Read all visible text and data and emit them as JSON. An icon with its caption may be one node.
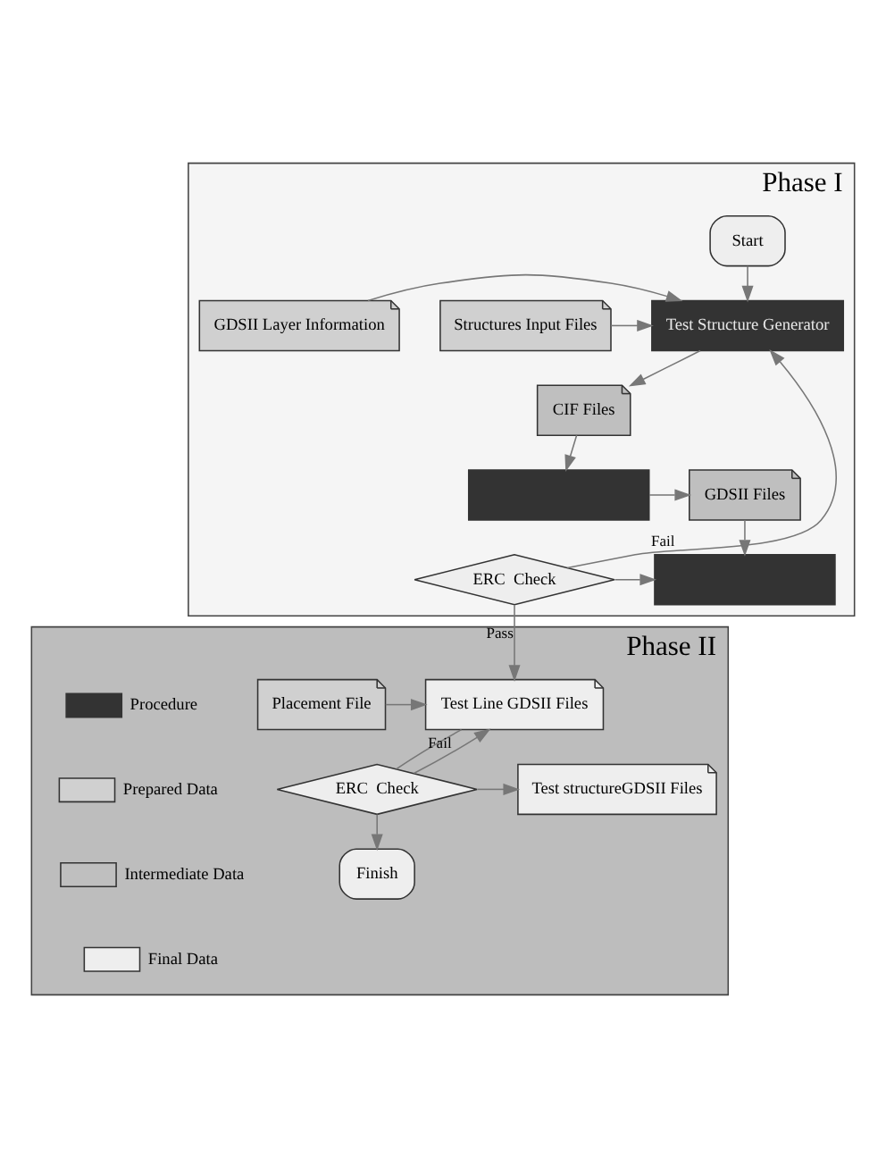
{
  "diagram": {
    "nodes": [
      {
        "text": [
          "Phase I"
        ]
      },
      {
        "text": [
          "Start"
        ],
        "in": 0
      },
      {
        "text": [
          "Test Structure Generator"
        ],
        "in": 0
      },
      {
        "text": [
          "Structures Input Files"
        ],
        "in": 0
      },
      {
        "text": [
          "GDSII Layer Information"
        ],
        "in": 0
      },
      {
        "text": [
          "CIF Files"
        ],
        "in": 0
      },
      {
        "text": [],
        "shape": "box",
        "in": 0
      },
      {
        "text": [
          "GDSII Files"
        ],
        "in": 0
      },
      {
        "text": [
          "ERC  Check"
        ],
        "in": 0
      },
      {
        "text": [],
        "shape": "box",
        "in": 0
      },
      {
        "text": [
          "Phase II"
        ]
      },
      {
        "text": [
          "Test Line GDSII Files"
        ],
        "in": 10
      },
      {
        "text": [
          "Placement File"
        ],
        "in": 10
      },
      {
        "text": [
          "ERC  Check"
        ],
        "in": 10
      },
      {
        "text": [
          "Test structureGDSII Files"
        ],
        "in": 10
      },
      {
        "text": [
          "Finish"
        ],
        "in": 10
      }
    ],
    "edges": [
      {
        "from": 1,
        "to": 2,
        "arrow": "to"
      },
      {
        "from": 3,
        "to": 2,
        "arrow": "to"
      },
      {
        "from": 4,
        "to": 2,
        "arrow": "to"
      },
      {
        "from": 8,
        "to": 2,
        "arrow": "to",
        "label": "Fail"
      },
      {
        "from": 2,
        "to": 5,
        "arrow": "to"
      },
      {
        "from": 5,
        "to": 6,
        "arrow": "to"
      },
      {
        "from": 6,
        "to": 7,
        "arrow": "to"
      },
      {
        "from": 7,
        "to": 9,
        "arrow": "to"
      },
      {
        "from": 8,
        "to": 9,
        "arrow": "to"
      },
      {
        "from": 8,
        "to": 11,
        "arrow": "to",
        "label": "Pass"
      },
      {
        "from": 13,
        "to": 11,
        "arrow": "to",
        "label": "Fail"
      },
      {
        "from": 12,
        "to": 11,
        "arrow": "to"
      },
      {
        "from": 11,
        "to": 13,
        "arrow": "none"
      },
      {
        "from": 13,
        "to": 14,
        "arrow": "to"
      },
      {
        "from": 13,
        "to": 15,
        "arrow": "to"
      }
    ],
    "legend": [
      {
        "text": "Procedure",
        "color": "#333333"
      },
      {
        "text": "Prepared Data",
        "color": "#d0d0d0"
      },
      {
        "text": "Intermediate Data",
        "color": "#bfbfbf"
      },
      {
        "text": "Final Data",
        "color": "#eeeeee"
      }
    ]
  }
}
